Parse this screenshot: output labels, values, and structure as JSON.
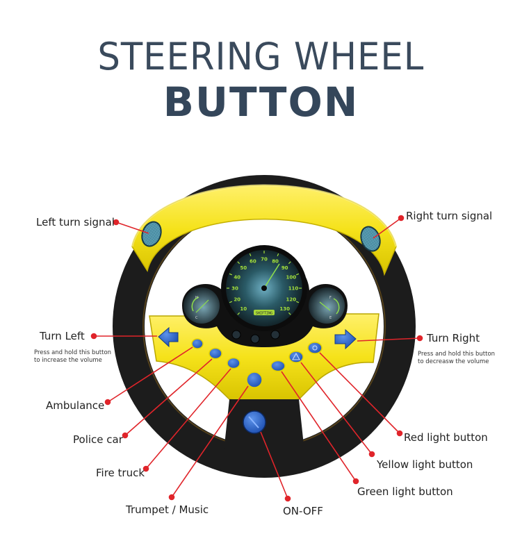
{
  "title": {
    "line1": "STEERING WHEEL",
    "line2": "BUTTON"
  },
  "colors": {
    "title": "#34465a",
    "wheel_yellow": "#f5e21a",
    "wheel_black": "#1c1c1c",
    "button_blue": "#2a62c8",
    "callout_red": "#e0242a"
  },
  "labels": {
    "left_turn_signal": "Left turn signal",
    "right_turn_signal": "Right turn signal",
    "turn_left": "Turn Left",
    "turn_left_note_1": "Press and hold this button",
    "turn_left_note_2": "to increase the volume",
    "turn_right": "Turn Right",
    "turn_right_note_1": "Press and hold this button",
    "turn_right_note_2": "to decreasw the volume",
    "ambulance": "Ambulance",
    "police_car": "Police car",
    "fire_truck": "Fire truck",
    "trumpet_music": "Trumpet / Music",
    "on_off": "ON-OFF",
    "green_light": "Green light button",
    "yellow_light": "Yellow light button",
    "red_light": "Red light button"
  },
  "speedometer": {
    "ticks": [
      "10",
      "20",
      "30",
      "40",
      "50",
      "60",
      "70",
      "80",
      "90",
      "100",
      "110",
      "120",
      "130"
    ],
    "badge": "SHIFTING",
    "left_gauge": {
      "top": "H",
      "bottom": "C"
    },
    "right_gauge": {
      "top": "F",
      "bottom": "E"
    }
  }
}
